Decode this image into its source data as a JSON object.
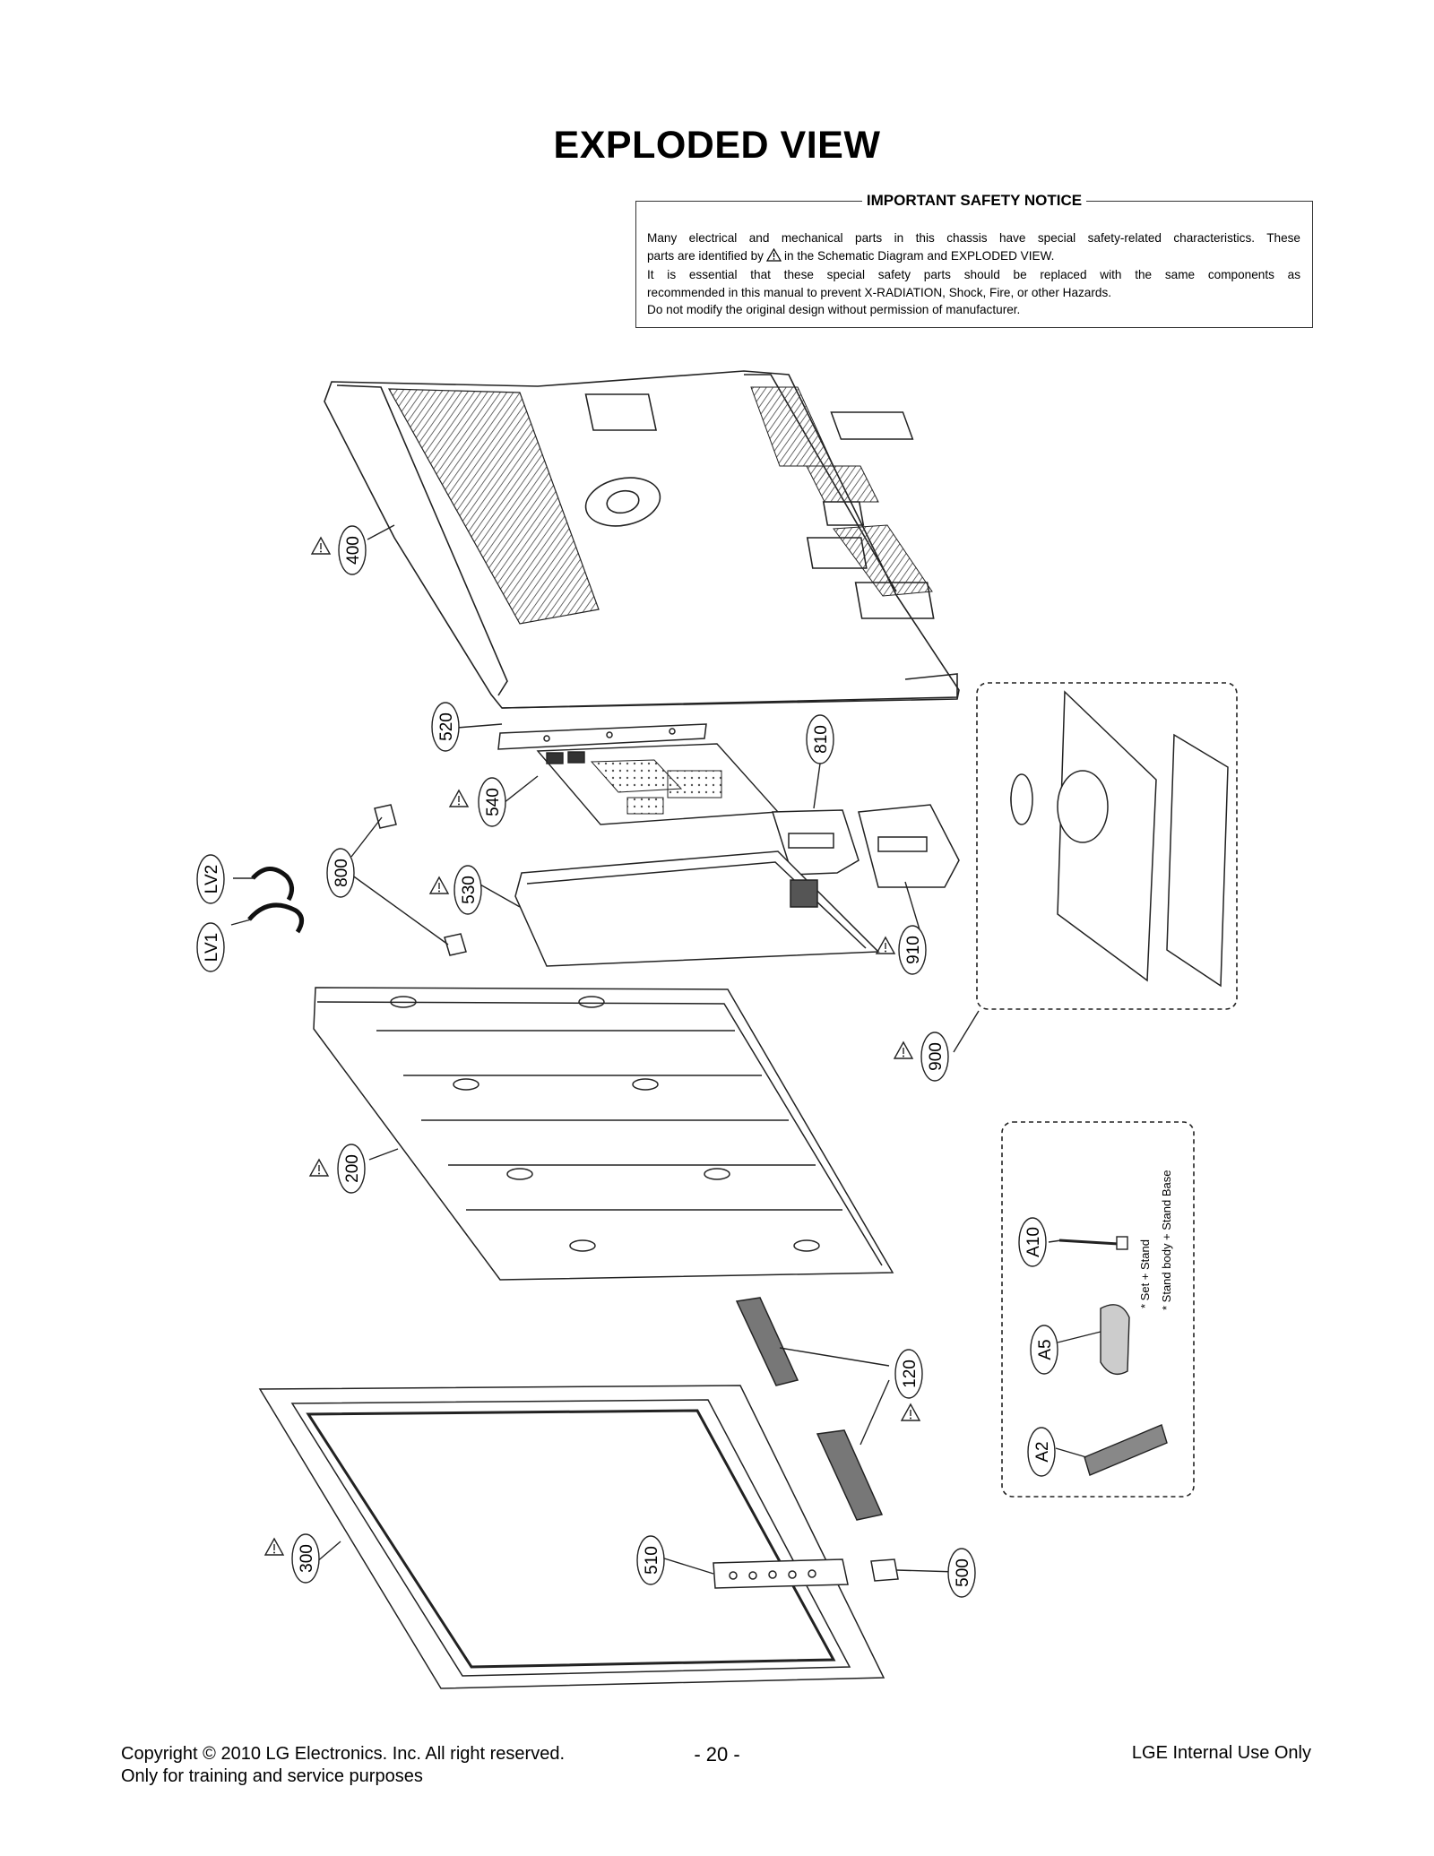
{
  "page": {
    "title": "EXPLODED VIEW"
  },
  "safety_notice": {
    "title": "IMPORTANT SAFETY NOTICE",
    "line1": "Many electrical and mechanical parts in this chassis have special safety-related characteristics. These",
    "line2_before_icon": "parts are identified by",
    "line2_after_icon": "in the Schematic Diagram and EXPLODED VIEW.",
    "line3": "It is essential that these special safety parts should be replaced with the same components as",
    "line4": "recommended in this manual to prevent X-RADIATION, Shock, Fire, or other Hazards.",
    "line5": "Do not modify the original design without permission of manufacturer."
  },
  "callouts": {
    "p400": "400",
    "p520": "520",
    "p540": "540",
    "p810": "810",
    "p800": "800",
    "p530": "530",
    "p910": "910",
    "lv2": "LV2",
    "lv1": "LV1",
    "p900": "900",
    "p200": "200",
    "a10": "A10",
    "a5": "A5",
    "a2": "A2",
    "p120": "120",
    "p300": "300",
    "p510": "510",
    "p500": "500"
  },
  "accessory_notes": {
    "note1": "* Set + Stand",
    "note2": "* Stand body + Stand Base"
  },
  "footer": {
    "copyright_prefix": "Copyright",
    "copyright_symbol": "©",
    "year": "2010",
    "copyright_rest": "LG Electronics. Inc. All right reserved.",
    "training": "Only for training and service purposes",
    "page_number": "- 20 -",
    "internal": "LGE Internal Use Only"
  },
  "colors": {
    "line": "#222222",
    "accent_gray": "#999999"
  },
  "icons": [
    "warning-triangle-icon"
  ]
}
